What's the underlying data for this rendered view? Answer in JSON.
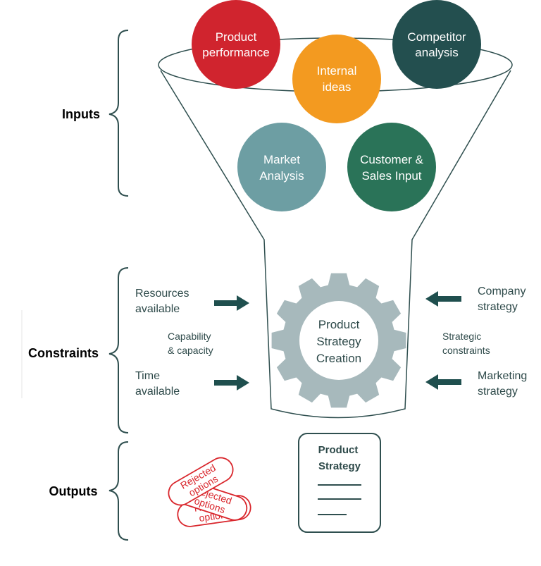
{
  "sections": {
    "inputs": "Inputs",
    "constraints": "Constraints",
    "outputs": "Outputs"
  },
  "input_circles": [
    {
      "line1": "Product",
      "line2": "performance",
      "color": "#D0242E"
    },
    {
      "line1": "Internal",
      "line2": "ideas",
      "color": "#F39A20"
    },
    {
      "line1": "Competitor",
      "line2": "analysis",
      "color": "#234F4F"
    },
    {
      "line1": "Market",
      "line2": "Analysis",
      "color": "#6D9EA3"
    },
    {
      "line1": "Customer &",
      "line2": "Sales Input",
      "color": "#2A7358"
    }
  ],
  "constraints_left": {
    "resources": {
      "line1": "Resources",
      "line2": "available"
    },
    "capability": {
      "line1": "Capability",
      "line2": "& capacity"
    },
    "time": {
      "line1": "Time",
      "line2": "available"
    }
  },
  "constraints_right": {
    "company": {
      "line1": "Company",
      "line2": "strategy"
    },
    "strategic": {
      "line1": "Strategic",
      "line2": "constraints"
    },
    "marketing": {
      "line1": "Marketing",
      "line2": "strategy"
    }
  },
  "gear": {
    "line1": "Product",
    "line2": "Strategy",
    "line3": "Creation"
  },
  "document": {
    "line1": "Product",
    "line2": "Strategy"
  },
  "rejected": {
    "line1": "Rejected",
    "line2": "options"
  },
  "colors": {
    "arrow": "#1F4F4E",
    "text_dark": "#2E4A4A",
    "gear": "#A7B9BC",
    "funnel_stroke": "#2F4F4F",
    "bracket": "#2F4F4F",
    "rejected_red": "#D9262C",
    "document_stroke": "#2F4F4F"
  },
  "icons": {
    "arrow": "right-arrow-icon",
    "gear": "gear-icon",
    "document": "document-icon",
    "bracket": "curly-brace-icon"
  }
}
